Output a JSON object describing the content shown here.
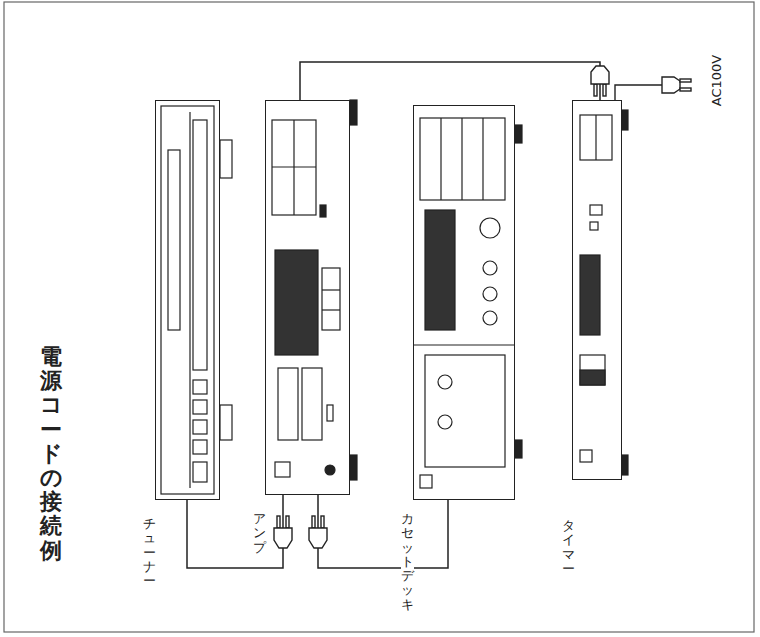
{
  "diagram": {
    "title": "電源コードの接続例",
    "nodes": [
      {
        "text": [
          "チューナー"
        ]
      },
      {
        "text": [
          "アンプ"
        ]
      },
      {
        "text": [
          "カセットデッキ"
        ]
      },
      {
        "text": [
          "タイマー"
        ]
      }
    ],
    "edges": [
      {
        "from": 0,
        "to": 1,
        "arrow": "none"
      },
      {
        "from": 2,
        "to": 1,
        "arrow": "none"
      },
      {
        "from": 1,
        "to": 3,
        "arrow": "none"
      }
    ],
    "labels": [
      "AC100V"
    ]
  }
}
